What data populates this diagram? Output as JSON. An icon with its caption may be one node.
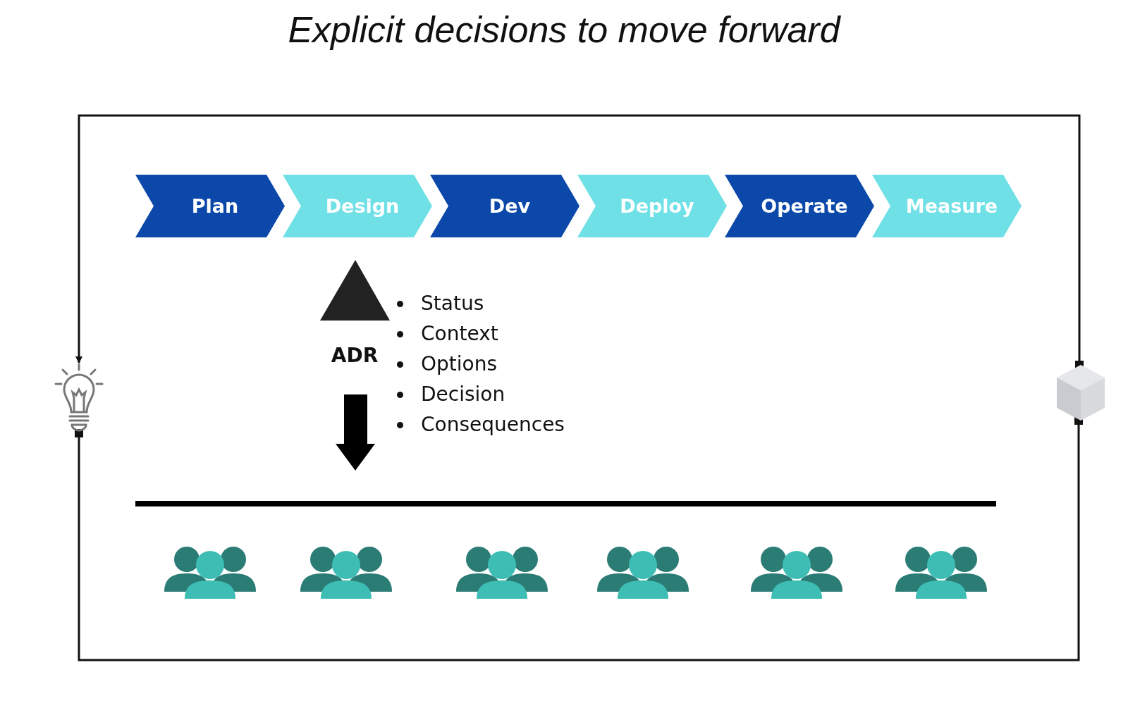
{
  "diagram": {
    "title": "Explicit decisions to move forward",
    "nodes": [
      {
        "text": [
          "Plan"
        ]
      },
      {
        "text": [
          "Design"
        ]
      },
      {
        "text": [
          "Dev"
        ]
      },
      {
        "text": [
          "Deploy"
        ]
      },
      {
        "text": [
          "Operate"
        ]
      },
      {
        "text": [
          "Measure"
        ]
      },
      {
        "text": [],
        "shape": "lightbulb"
      },
      {
        "text": [],
        "shape": "cube"
      }
    ],
    "edges": [
      {
        "from": 7,
        "to": 6,
        "arrow": "to"
      },
      {
        "from": 6,
        "to": 7,
        "arrow": "other"
      }
    ],
    "labels": [
      "ADR",
      "Status",
      "Context",
      "Options",
      "Decision",
      "Consequences"
    ]
  }
}
